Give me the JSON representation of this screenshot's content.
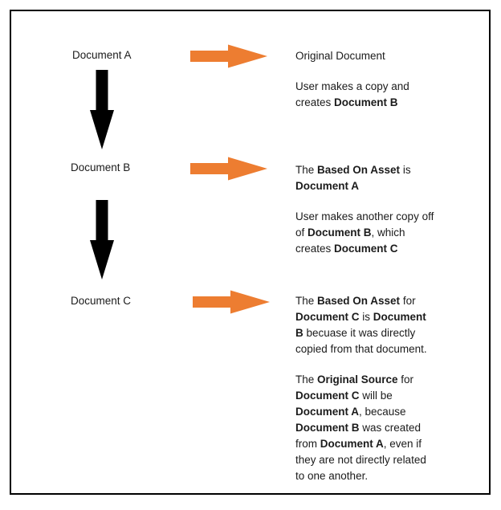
{
  "diagram": {
    "border_color": "#000000",
    "background_color": "#ffffff",
    "text_color": "#1b1b1b",
    "arrow_colors": {
      "horizontal": "#ED7D31",
      "vertical": "#000000"
    },
    "left_column": {
      "documents": [
        "Document A",
        "Document B",
        "Document C"
      ]
    },
    "right_column": {
      "blocks": [
        {
          "paragraphs": [
            [
              {
                "t": "Original Document"
              }
            ],
            [
              {
                "t": "User makes a copy and"
              },
              {
                "br": true
              },
              {
                "t": "creates "
              },
              {
                "t": "Document B",
                "b": true
              }
            ]
          ]
        },
        {
          "paragraphs": [
            [
              {
                "t": "The "
              },
              {
                "t": "Based On Asset",
                "b": true
              },
              {
                "t": " is"
              },
              {
                "br": true
              },
              {
                "t": "Document A",
                "b": true
              }
            ],
            [
              {
                "t": "User makes another copy off"
              },
              {
                "br": true
              },
              {
                "t": "of "
              },
              {
                "t": "Document B",
                "b": true
              },
              {
                "t": ", which"
              },
              {
                "br": true
              },
              {
                "t": "creates "
              },
              {
                "t": "Document C",
                "b": true
              }
            ]
          ]
        },
        {
          "paragraphs": [
            [
              {
                "t": "The "
              },
              {
                "t": "Based On Asset",
                "b": true
              },
              {
                "t": " for"
              },
              {
                "br": true
              },
              {
                "t": "Document C",
                "b": true
              },
              {
                "t": " is "
              },
              {
                "t": "Document",
                "b": true
              },
              {
                "br": true
              },
              {
                "t": "B",
                "b": true
              },
              {
                "t": " becuase it was directly"
              },
              {
                "br": true
              },
              {
                "t": "copied from that document."
              }
            ],
            [
              {
                "t": "The "
              },
              {
                "t": "Original Source",
                "b": true
              },
              {
                "t": " for"
              },
              {
                "br": true
              },
              {
                "t": "Document C",
                "b": true
              },
              {
                "t": " will be"
              },
              {
                "br": true
              },
              {
                "t": "Document A",
                "b": true
              },
              {
                "t": ", because"
              },
              {
                "br": true
              },
              {
                "t": "Document B",
                "b": true
              },
              {
                "t": " was created"
              },
              {
                "br": true
              },
              {
                "t": "from "
              },
              {
                "t": "Document A",
                "b": true
              },
              {
                "t": ", even if"
              },
              {
                "br": true
              },
              {
                "t": "they are not directly related"
              },
              {
                "br": true
              },
              {
                "t": "to one another."
              }
            ]
          ]
        }
      ]
    }
  }
}
